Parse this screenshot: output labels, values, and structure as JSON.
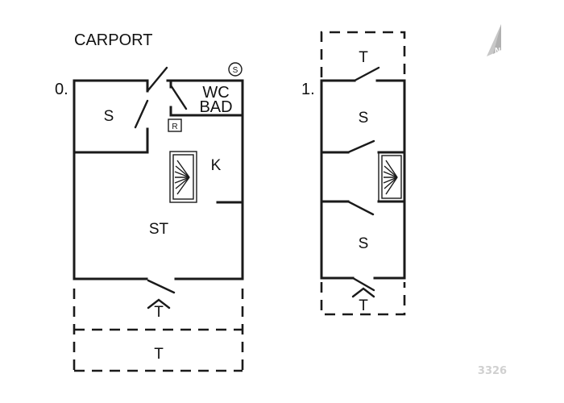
{
  "labels": {
    "carport": "CARPORT",
    "floor_0": "0.",
    "floor_1": "1.",
    "bedroom_0": "S",
    "wc": "WC",
    "bad": "BAD",
    "kitchen": "K",
    "stue": "ST",
    "sauna_mark": "S",
    "r_mark": "R",
    "terrace_0a": "T",
    "terrace_0b": "T",
    "terrace_1a": "T",
    "terrace_1b": "T",
    "bedroom_1a": "S",
    "bedroom_1b": "S",
    "north": "N",
    "code": "3326"
  },
  "colors": {
    "line": "#1a1a1a",
    "compass": "#c8c8c8",
    "code": "#d0d0d0"
  }
}
